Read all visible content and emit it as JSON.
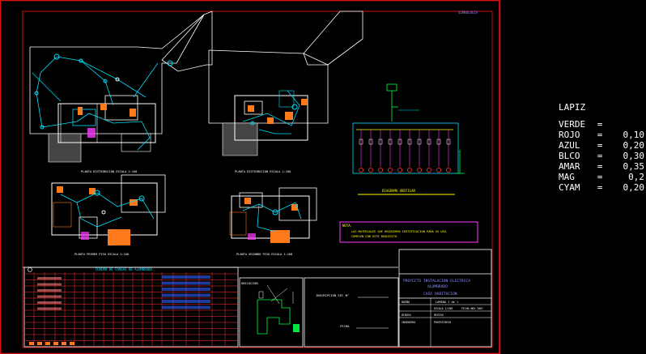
{
  "drawing": {
    "corner_label": "SIMBOLOGIA",
    "plan_captions": [
      "PLANTA DISTRIBUCION ESCALA 1:100",
      "PLANTA DISTRIBUCION ESCALA 1:100",
      "PLANTA PRIMER PISO ESCALA 1:100",
      "PLANTA SEGUNDO PISO ESCALA 1:100"
    ],
    "diagram_caption": "DIAGRAMA UNIFILAR",
    "note": {
      "title": "NOTA:",
      "line1": "LOS MATERIALES QUE REQUIEREN CERTIFICACION PARA SU USO,",
      "line2": "CUMPLEN CON ESTE REQUISITO."
    },
    "table_title": "CUADRO DE CARGAS DE ALUMBRADO",
    "location_label": "UBICACION",
    "inscription_label": "INSCRIPCION SEC N°",
    "date_label": "FECHA",
    "title_block": {
      "project_line1": "PROYECTO INSTALACION ELECTRICA",
      "project_line2": "ALUMBRADO",
      "subject": "CASA HABITACION",
      "sheet": "LAMINA 1 de 1",
      "owner_label": "DUEÑO",
      "scale": "ESCALA 1/100",
      "date": "FECHA NOV 2007",
      "drawn": "DIBUJO",
      "review": "REVISO",
      "ing": "INGENIERO",
      "prop": "PROPIETARIO"
    }
  },
  "legend": {
    "title": "LAPIZ",
    "rows": [
      {
        "name": "VERDE",
        "eq": "=",
        "value": ""
      },
      {
        "name": "ROJO",
        "eq": "=",
        "value": "0,10"
      },
      {
        "name": "AZUL",
        "eq": "=",
        "value": "0,20"
      },
      {
        "name": "BLCO",
        "eq": "=",
        "value": "0,30"
      },
      {
        "name": "AMAR",
        "eq": "=",
        "value": "0,35"
      },
      {
        "name": "MAG",
        "eq": "=",
        "value": "0,2"
      },
      {
        "name": "CYAM",
        "eq": "=",
        "value": "0,20"
      }
    ]
  },
  "colors": {
    "frame": "#e01010",
    "walls": "#ffffff",
    "wiring": "#00e0ff",
    "panels": "#ff7a1a",
    "accent": "#ff3cff",
    "yellow": "#ffff00",
    "green": "#00ff40"
  }
}
